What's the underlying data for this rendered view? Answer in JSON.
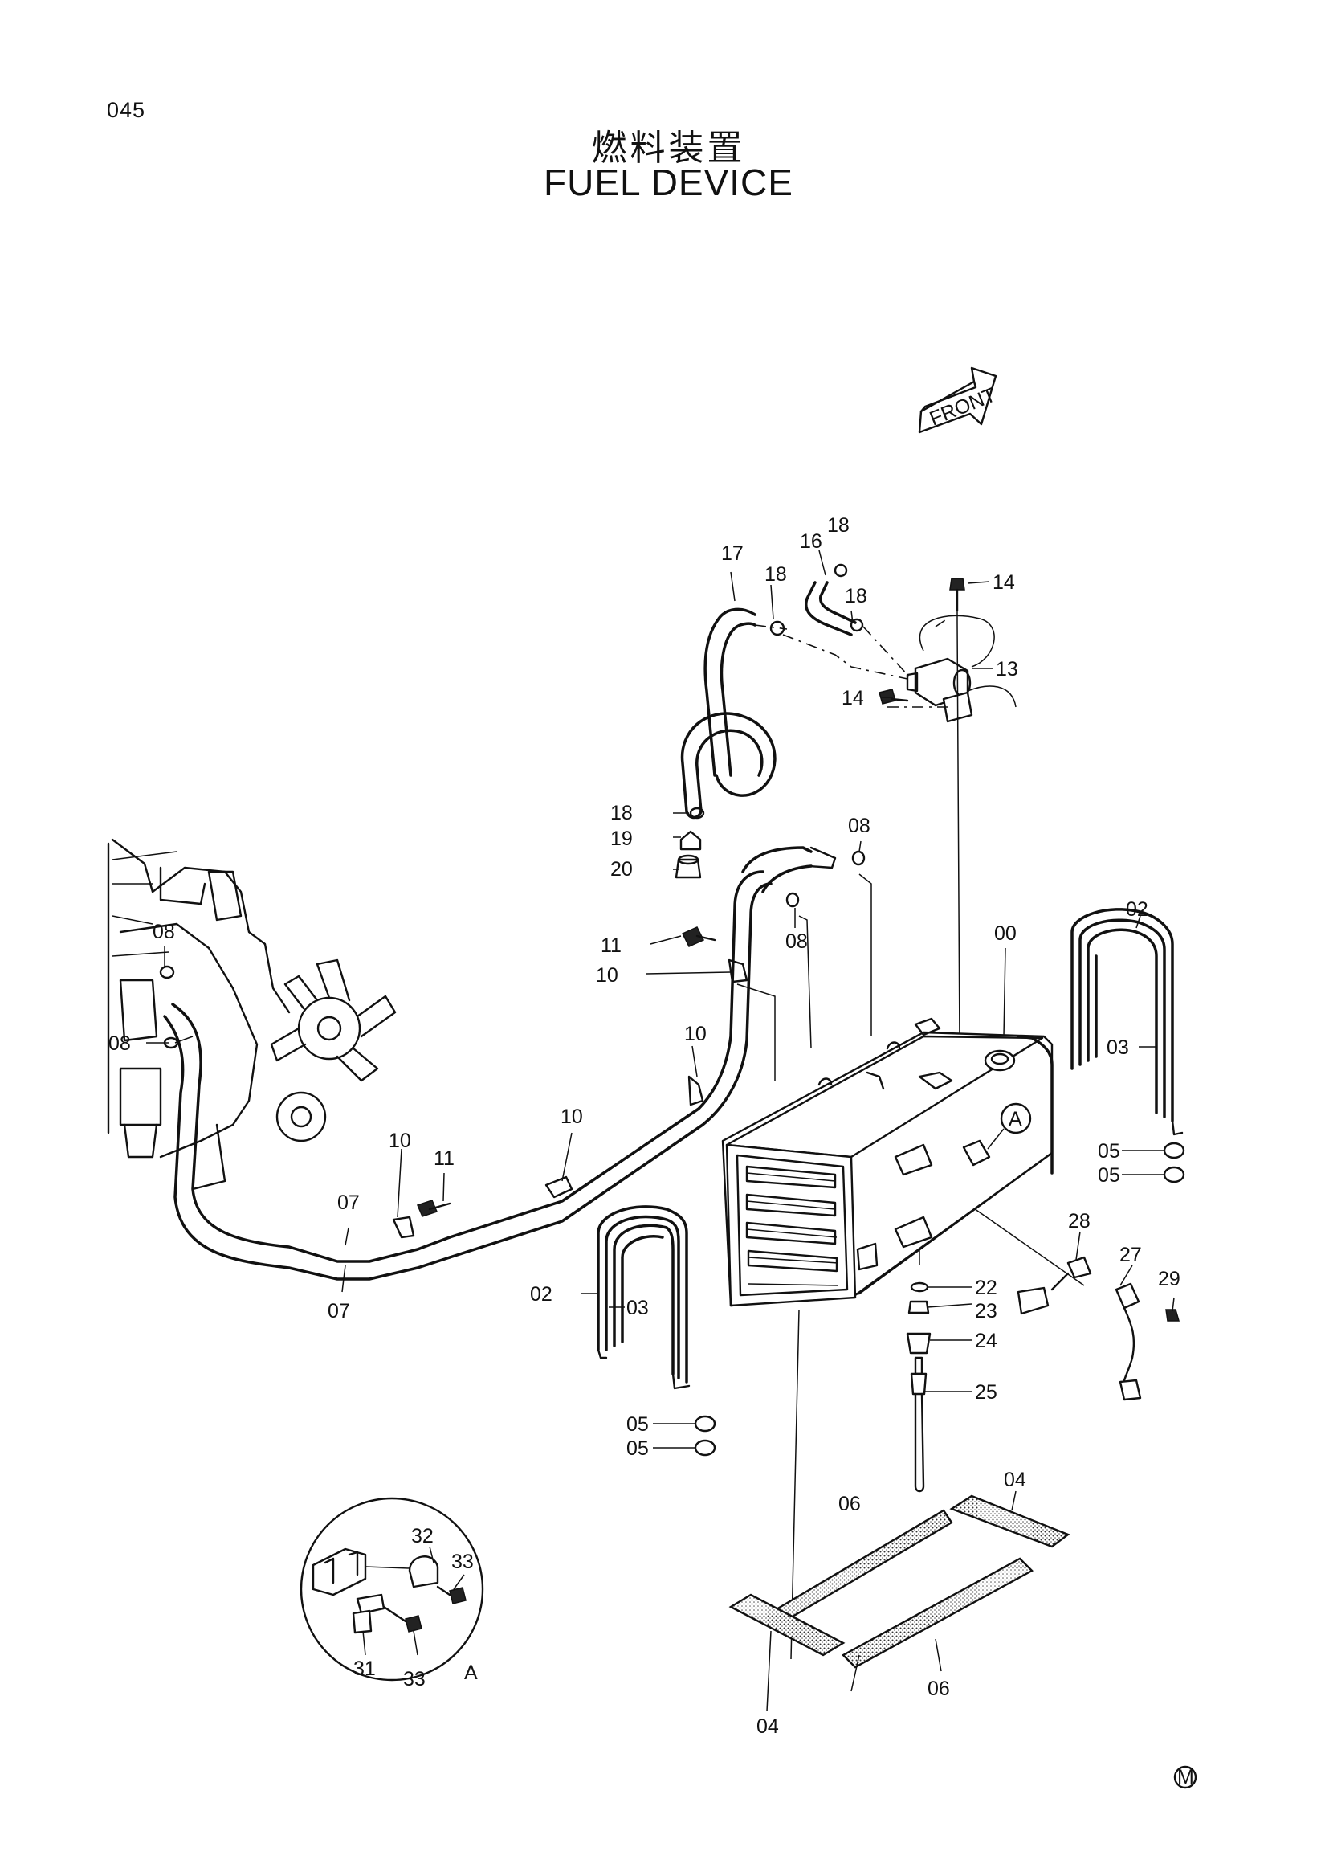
{
  "page_number": "045",
  "title_jp": "燃料装置",
  "title_en": "FUEL DEVICE",
  "front_label": "FRONT",
  "detail_ref": "A",
  "detail_label": "A",
  "corner_mark": "M",
  "callouts": {
    "c00": "00",
    "c02a": "02",
    "c02b": "02",
    "c03a": "03",
    "c03b": "03",
    "c04a": "04",
    "c04b": "04",
    "c05a": "05",
    "c05b": "05",
    "c05c": "05",
    "c05d": "05",
    "c06a": "06",
    "c06b": "06",
    "c07a": "07",
    "c07b": "07",
    "c08a": "08",
    "c08b": "08",
    "c08c": "08",
    "c08d": "08",
    "c10a": "10",
    "c10b": "10",
    "c10c": "10",
    "c10d": "10",
    "c11a": "11",
    "c11b": "11",
    "c13": "13",
    "c14a": "14",
    "c14b": "14",
    "c16": "16",
    "c17": "17",
    "c18a": "18",
    "c18b": "18",
    "c18c": "18",
    "c18d": "18",
    "c19": "19",
    "c20": "20",
    "c22": "22",
    "c23": "23",
    "c24": "24",
    "c25": "25",
    "c27": "27",
    "c28": "28",
    "c29": "29",
    "c31": "31",
    "c32": "32",
    "c33a": "33",
    "c33b": "33"
  }
}
